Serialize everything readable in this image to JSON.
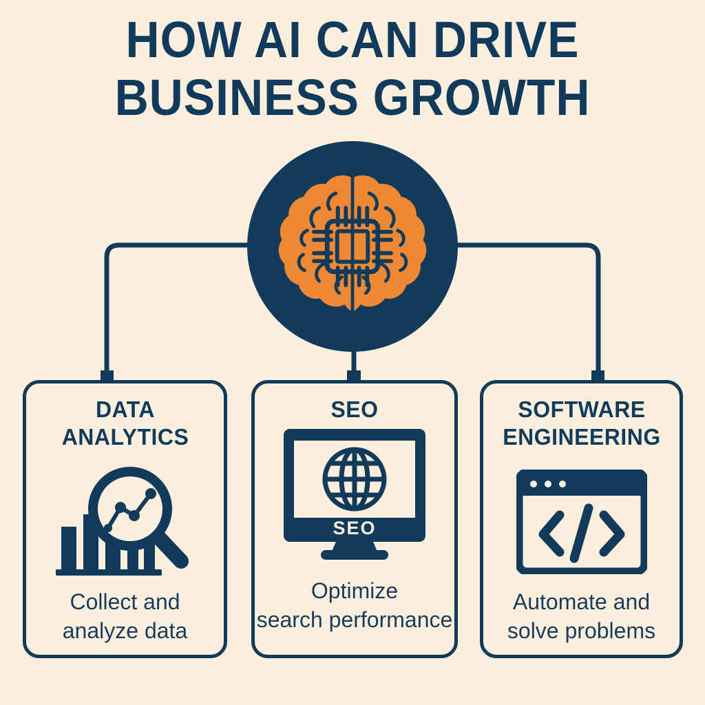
{
  "colors": {
    "background": "#faeedd",
    "navy": "#123A5A",
    "orange": "#EF8835",
    "cream": "#faeedd"
  },
  "title": {
    "line1": "HOW AI CAN DRIVE",
    "line2": "BUSINESS GROWTH"
  },
  "hub": {
    "icon": "ai-brain-chip-icon",
    "label": "AI brain with microchip"
  },
  "cards": [
    {
      "id": "data-analytics",
      "title_line1": "DATA",
      "title_line2": "ANALYTICS",
      "icon": "magnifier-bar-chart-icon",
      "caption_line1": "Collect and",
      "caption_line2": "analyze data"
    },
    {
      "id": "seo",
      "title_line1": "SEO",
      "title_line2": "",
      "icon": "monitor-globe-icon",
      "icon_label": "SEO",
      "caption_line1": "Optimize",
      "caption_line2": "search performance"
    },
    {
      "id": "software-engineering",
      "title_line1": "SOFTWARE",
      "title_line2": "ENGINEERING",
      "icon": "code-window-icon",
      "caption_line1": "Automate and",
      "caption_line2": "solve problems"
    }
  ]
}
